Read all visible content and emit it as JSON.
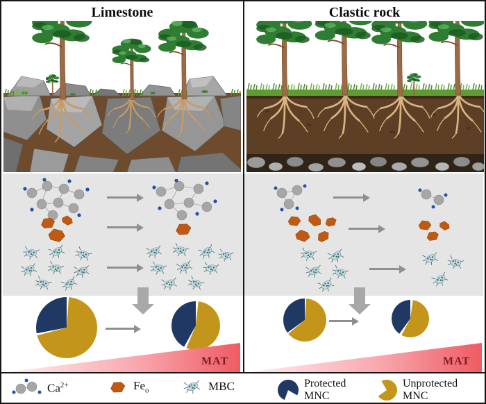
{
  "figure": {
    "panels": {
      "left": {
        "title": "Limestone"
      },
      "right": {
        "title": "Clastic rock"
      }
    },
    "mat_label": "MAT"
  },
  "legend": {
    "items": [
      {
        "id": "calcium",
        "label": "Ca2+",
        "base": "Ca",
        "sup": "2+"
      },
      {
        "id": "iron",
        "label": "Feo",
        "base": "Fe",
        "sub": "o"
      },
      {
        "id": "mbc",
        "label": "MBC"
      },
      {
        "id": "protected",
        "label": "Protected MNC",
        "line1": "Protected",
        "line2": "MNC"
      },
      {
        "id": "unprotected",
        "label": "Unprotected MNC",
        "line1": "Unprotected",
        "line2": "MNC"
      }
    ]
  },
  "colors": {
    "protected": "#1f3864",
    "unprotected": "#c3961b",
    "calcium_sphere": "#a6a6a6",
    "calcium_dot": "#2451a3",
    "iron": "#c05a12",
    "microbe_body": "#c6d8da",
    "microbe_spot": "#39727e",
    "arrow": "#8f8f8f",
    "gray_band": "#e5e5e5",
    "mat_gradient_end": "#ef5b63"
  },
  "icons": {
    "calcium": "ca-cluster-icon",
    "iron": "fe-blob-icon",
    "mbc": "microbe-icon",
    "protected": "protected-wedge-icon",
    "unprotected": "unprotected-wedge-icon"
  },
  "schematic_rows": [
    {
      "symbol": "Ca2+",
      "limestone": {
        "before": 8,
        "after": 7
      },
      "clastic": {
        "before": 3,
        "after": 2
      }
    },
    {
      "symbol": "Feo",
      "limestone": {
        "before": 3,
        "after": 1
      },
      "clastic": {
        "before": 5,
        "after": 3
      }
    },
    {
      "symbol": "MBC",
      "limestone": {
        "before": 8,
        "after": 9
      },
      "clastic": {
        "before": 5,
        "after": 3
      }
    }
  ],
  "chart_data": {
    "type": "pie",
    "slice_labels": [
      "Protected MNC",
      "Unprotected MNC"
    ],
    "annotation": "MAT",
    "pies": [
      {
        "panel": "Limestone",
        "order": 1,
        "radius": 44,
        "gap_deg": 4,
        "protected_pct": 28,
        "unprotected_pct": 72
      },
      {
        "panel": "Limestone",
        "order": 2,
        "radius": 35,
        "gap_deg": 6,
        "protected_pct": 42,
        "unprotected_pct": 58
      },
      {
        "panel": "Clastic rock",
        "order": 1,
        "radius": 31,
        "gap_deg": 4,
        "protected_pct": 35,
        "unprotected_pct": 65
      },
      {
        "panel": "Clastic rock",
        "order": 2,
        "radius": 27,
        "gap_deg": 8,
        "protected_pct": 40,
        "unprotected_pct": 60
      }
    ]
  }
}
